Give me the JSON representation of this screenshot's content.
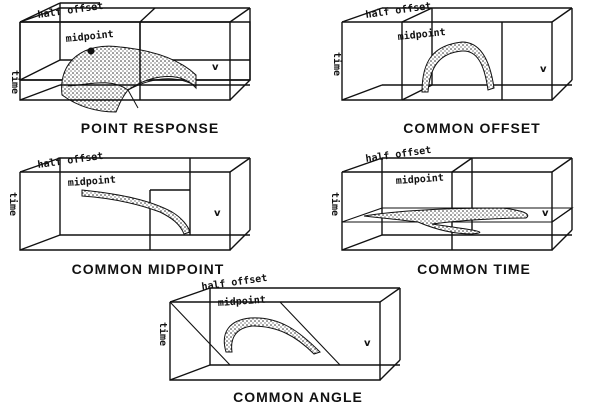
{
  "panels": [
    {
      "id": "point-response",
      "half_offset": "half offset",
      "midpoint": "midpoint",
      "time": "time",
      "v": "v",
      "caption": "POINT RESPONSE"
    },
    {
      "id": "common-offset",
      "half_offset": "half offset",
      "midpoint": "midpoint",
      "time": "time",
      "v": "v",
      "caption": "COMMON OFFSET"
    },
    {
      "id": "common-midpoint",
      "half_offset": "half offset",
      "midpoint": "midpoint",
      "time": "time",
      "v": "v",
      "caption": "COMMON MIDPOINT"
    },
    {
      "id": "common-time",
      "half_offset": "half offset",
      "midpoint": "midpoint",
      "time": "time",
      "v": "v",
      "caption": "COMMON TIME"
    },
    {
      "id": "common-angle",
      "half_offset": "half offset",
      "midpoint": "midpoint",
      "time": "time",
      "v": "v",
      "caption": "COMMON ANGLE"
    }
  ]
}
